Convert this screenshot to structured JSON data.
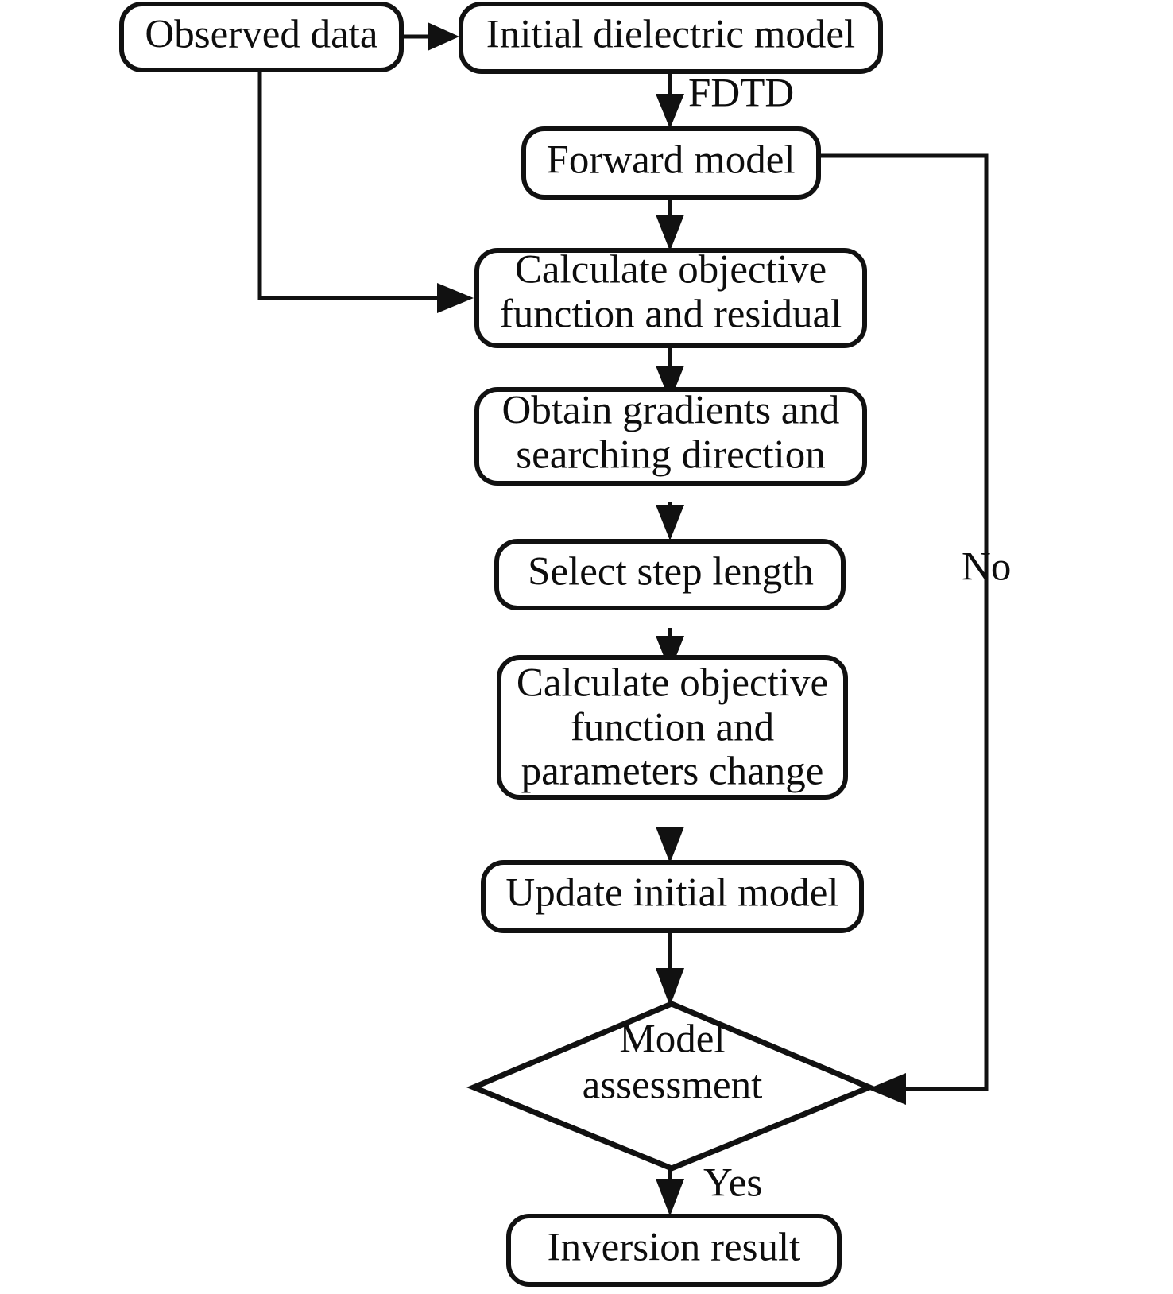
{
  "diagram": {
    "title": "Full waveform inversion workflow flowchart",
    "type": "flowchart",
    "colors": {
      "background": "#ffffff",
      "stroke": "#111111",
      "text": "#0d0d0d",
      "node_fill": "#ffffff"
    },
    "nodes": [
      {
        "id": "observed-data",
        "shape": "rounded-rect",
        "lines": [
          "Observed data"
        ]
      },
      {
        "id": "initial-dielectric-model",
        "shape": "rounded-rect",
        "lines": [
          "Initial dielectric model"
        ]
      },
      {
        "id": "forward-model",
        "shape": "rounded-rect",
        "lines": [
          "Forward model"
        ]
      },
      {
        "id": "calculate-objective-function-and-residual",
        "shape": "rounded-rect",
        "lines": [
          "Calculate objective",
          "function and residual"
        ]
      },
      {
        "id": "obtain-gradients-and-searching-direction",
        "shape": "rounded-rect",
        "lines": [
          "Obtain gradients and",
          "searching direction"
        ]
      },
      {
        "id": "select-step-length",
        "shape": "rounded-rect",
        "lines": [
          "Select step length"
        ]
      },
      {
        "id": "calculate-objective-function-and-parameters-change",
        "shape": "rounded-rect",
        "lines": [
          "Calculate objective",
          "function and",
          "parameters change"
        ]
      },
      {
        "id": "update-initial-model",
        "shape": "rounded-rect",
        "lines": [
          "Update initial model"
        ]
      },
      {
        "id": "model-assessment",
        "shape": "diamond",
        "lines": [
          "Model",
          "assessment"
        ]
      },
      {
        "id": "inversion-result",
        "shape": "rounded-rect",
        "lines": [
          "Inversion result"
        ]
      }
    ],
    "edge_labels": [
      {
        "id": "fdtd",
        "text": "FDTD"
      },
      {
        "id": "no",
        "text": "No"
      },
      {
        "id": "yes",
        "text": "Yes"
      }
    ],
    "edges": [
      {
        "from": "observed-data",
        "to": "initial-dielectric-model",
        "label": ""
      },
      {
        "from": "initial-dielectric-model",
        "to": "forward-model",
        "label": "FDTD"
      },
      {
        "from": "forward-model",
        "to": "calculate-objective-function-and-residual",
        "label": ""
      },
      {
        "from": "observed-data",
        "to": "calculate-objective-function-and-residual",
        "label": ""
      },
      {
        "from": "calculate-objective-function-and-residual",
        "to": "obtain-gradients-and-searching-direction",
        "label": ""
      },
      {
        "from": "obtain-gradients-and-searching-direction",
        "to": "select-step-length",
        "label": ""
      },
      {
        "from": "select-step-length",
        "to": "calculate-objective-function-and-parameters-change",
        "label": ""
      },
      {
        "from": "calculate-objective-function-and-parameters-change",
        "to": "update-initial-model",
        "label": ""
      },
      {
        "from": "update-initial-model",
        "to": "model-assessment",
        "label": ""
      },
      {
        "from": "model-assessment",
        "to": "inversion-result",
        "label": "Yes"
      },
      {
        "from": "forward-model",
        "to": "model-assessment",
        "label": "No"
      }
    ]
  }
}
